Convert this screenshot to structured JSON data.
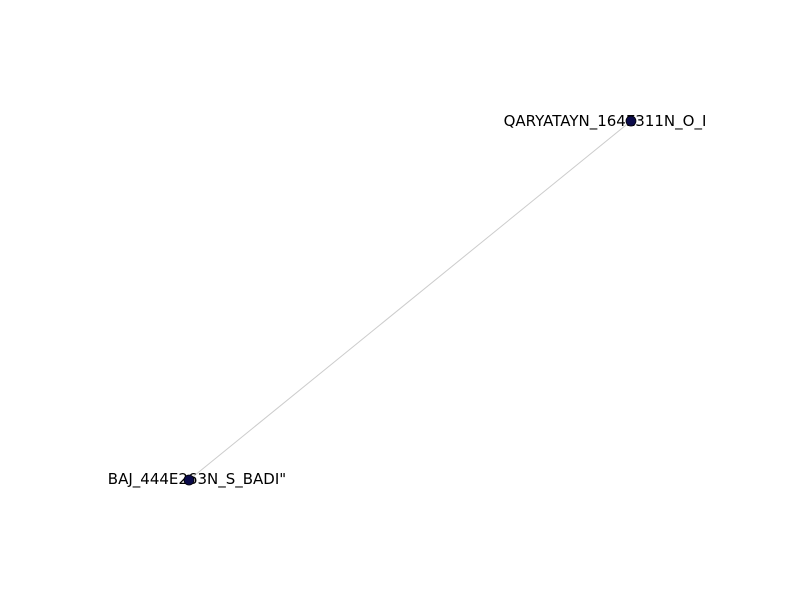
{
  "graph": {
    "nodes": [
      {
        "id": "n1",
        "label": "QARYATAYN_164E311N_O_I"
      },
      {
        "id": "n2",
        "label": "BAJ_444E263N_S_BADI\""
      }
    ],
    "edges": [
      {
        "source": "n1",
        "target": "n2"
      }
    ],
    "colors": {
      "node_fill": "#0b0b4a",
      "node_stroke": "#000000",
      "edge": "#cccccc",
      "label": "#000000"
    }
  }
}
